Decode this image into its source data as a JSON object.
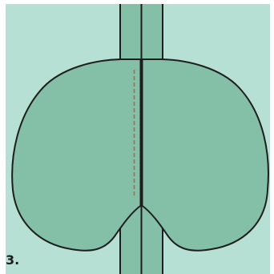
{
  "figure": {
    "step_label": "3.",
    "colors": {
      "background": "#b5e0d3",
      "fabric": "#84bfa7",
      "outline": "#1e1e1e",
      "seam_line": "#d9533d"
    },
    "icons": {
      "tape_strip": "vertical-fabric-strip",
      "piece": "lobed-fabric-piece",
      "seam": "dashed-stitch-line"
    }
  }
}
